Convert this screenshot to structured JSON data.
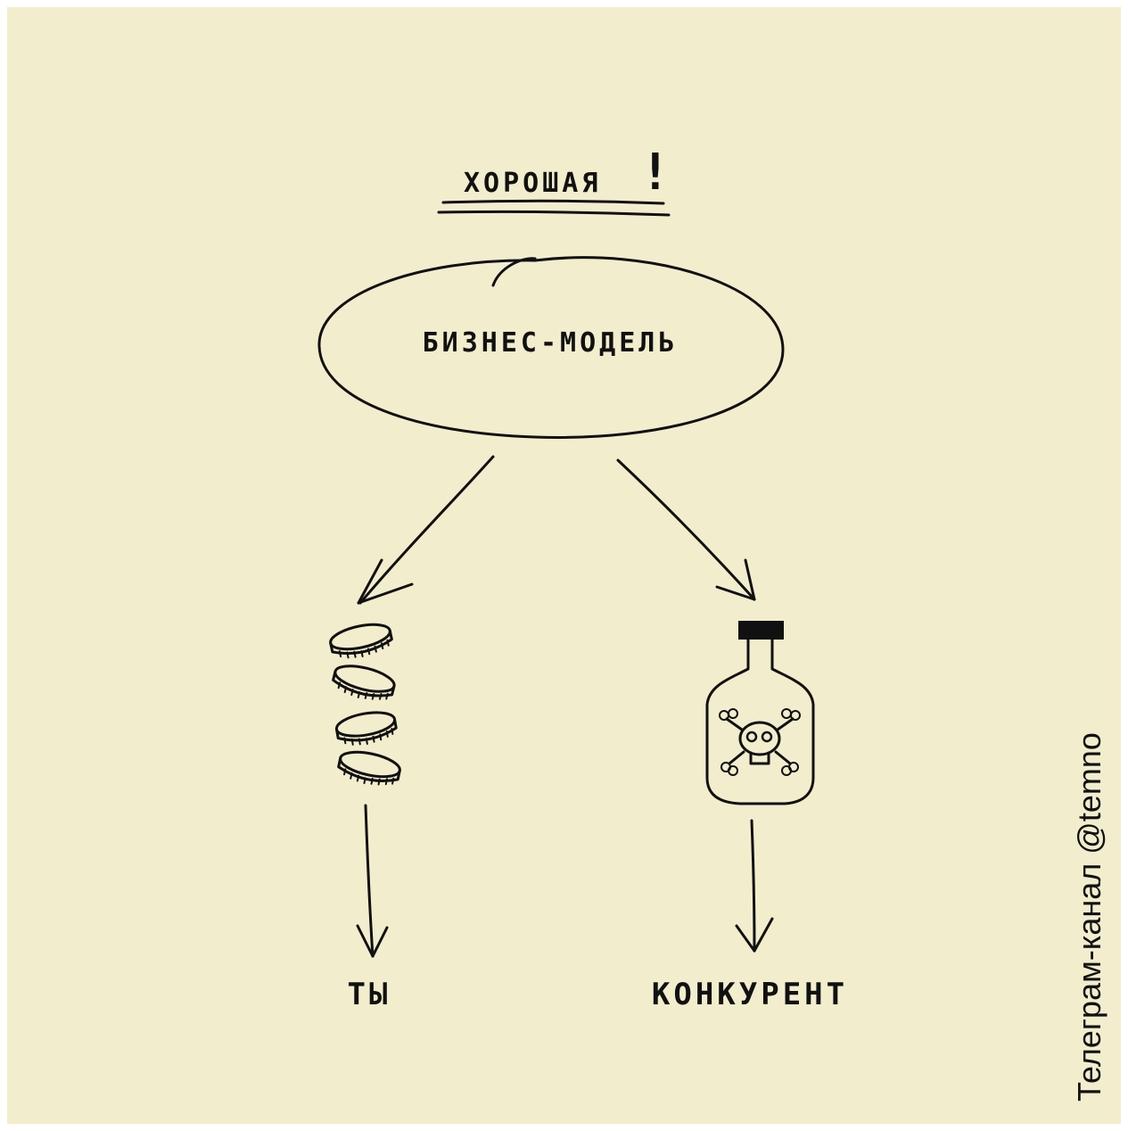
{
  "title": "ХОРОШАЯ",
  "title_mark": "!",
  "center_node": "БИЗНЕС-МОДЕЛЬ",
  "left_icon": "coins-stack-icon",
  "right_icon": "poison-bottle-icon",
  "left_label": "ТЫ",
  "right_label": "КОНКУРЕНТ",
  "watermark": "Телеграм-канал @temno",
  "colors": {
    "background": "#f2edcd",
    "ink": "#111111"
  }
}
